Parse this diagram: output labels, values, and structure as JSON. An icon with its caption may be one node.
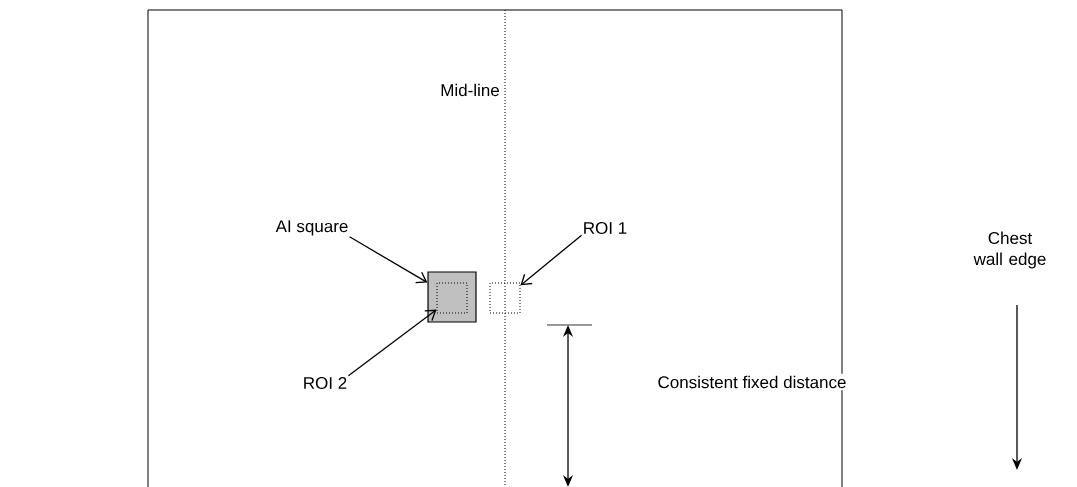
{
  "diagram": {
    "nodes": [
      {
        "text": [
          "AI square"
        ]
      },
      {
        "text": [],
        "shape": "box"
      },
      {
        "text": [],
        "shape": "box",
        "in": 1
      },
      {
        "text": [
          "ROI 1"
        ]
      },
      {
        "text": [],
        "shape": "box"
      },
      {
        "text": [
          "ROI 2"
        ]
      }
    ],
    "edges": [
      {
        "from": 0,
        "to": 1,
        "arrow": "to"
      },
      {
        "from": 3,
        "to": 4,
        "arrow": "to"
      },
      {
        "from": 5,
        "to": 2,
        "arrow": "to"
      }
    ],
    "labels": [
      "Mid-line",
      "Consistent fixed distance",
      "Chest wall edge"
    ]
  }
}
